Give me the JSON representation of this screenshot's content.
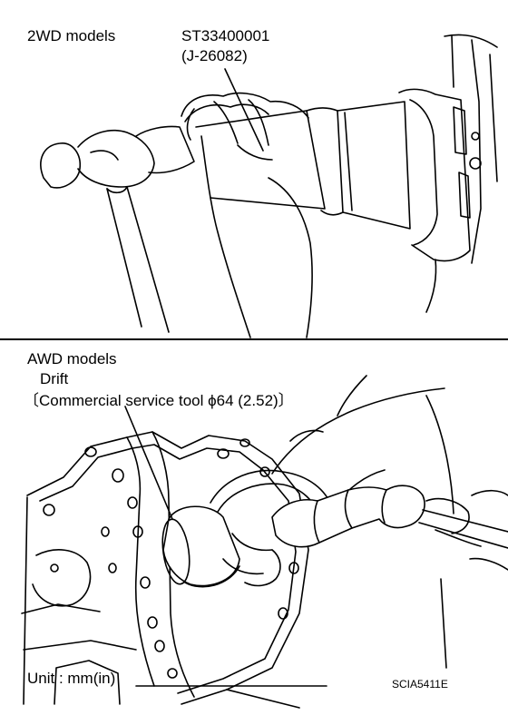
{
  "top": {
    "section_label": "2WD models",
    "tool_number": "ST33400001",
    "tool_alt_number": "(J-26082)"
  },
  "bottom": {
    "section_label": "AWD models",
    "tool_label": "Drift",
    "tool_spec_prefix": "〔Commercial service tool ",
    "diameter_symbol": "ϕ",
    "tool_spec_value": "64 (2.52)〕",
    "unit_note": "Unit : mm(in)",
    "figure_code": "SCIA5411E"
  }
}
